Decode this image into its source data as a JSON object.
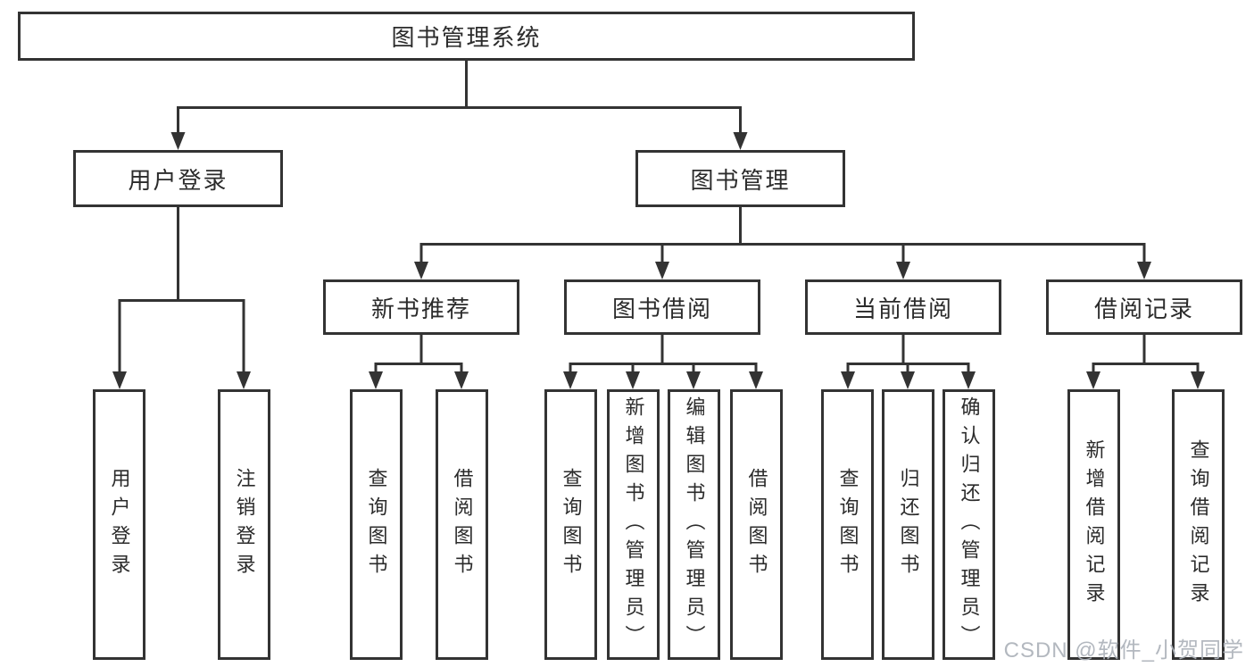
{
  "diagram_type": "hierarchy-structure-chart",
  "colors": {
    "line": "#333333",
    "box_border": "#333333",
    "box_fill": "#ffffff",
    "text": "#2b2b2b",
    "watermark_text": "#adb2ba"
  },
  "tree": {
    "root": {
      "label": "图书管理系统"
    },
    "level2": [
      {
        "label": "用户登录",
        "children": [
          {
            "label": "用户登录"
          },
          {
            "label": "注销登录"
          }
        ]
      },
      {
        "label": "图书管理",
        "children": [
          {
            "label": "新书推荐",
            "children": [
              {
                "label": "查询图书"
              },
              {
                "label": "借阅图书"
              }
            ]
          },
          {
            "label": "图书借阅",
            "children": [
              {
                "label": "查询图书"
              },
              {
                "label": "新增图书（管理员）"
              },
              {
                "label": "编辑图书（管理员）"
              },
              {
                "label": "借阅图书"
              }
            ]
          },
          {
            "label": "当前借阅",
            "children": [
              {
                "label": "查询图书"
              },
              {
                "label": "归还图书"
              },
              {
                "label": "确认归还（管理员）"
              }
            ]
          },
          {
            "label": "借阅记录",
            "children": [
              {
                "label": "新增借阅记录"
              },
              {
                "label": "查询借阅记录"
              }
            ]
          }
        ]
      }
    ]
  },
  "watermark": {
    "text": "CSDN @软件_小贺同学"
  }
}
